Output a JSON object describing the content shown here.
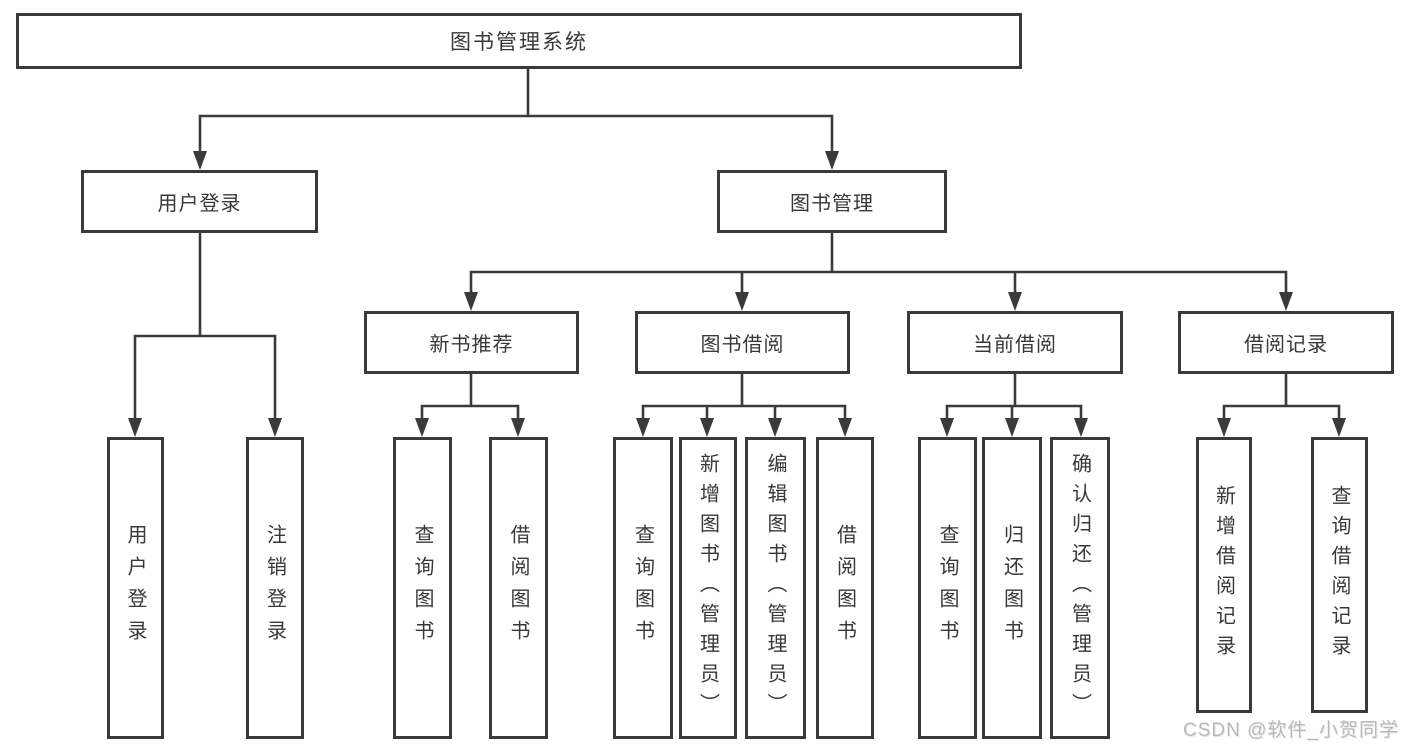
{
  "colors": {
    "line": "#3a3a3a",
    "box_border": "#3a3a3a",
    "text": "#383838",
    "watermark": "#b9b9b9",
    "background": "#ffffff"
  },
  "tree": {
    "root": {
      "label": "图书管理系统"
    },
    "branches": [
      {
        "label": "用户登录",
        "children": [
          {
            "label": "用户登录"
          },
          {
            "label": "注销登录"
          }
        ]
      },
      {
        "label": "图书管理",
        "children": [
          {
            "label": "新书推荐",
            "children": [
              {
                "label": "查询图书"
              },
              {
                "label": "借阅图书"
              }
            ]
          },
          {
            "label": "图书借阅",
            "children": [
              {
                "label": "查询图书"
              },
              {
                "label": "新增图书（管理员）"
              },
              {
                "label": "编辑图书（管理员）"
              },
              {
                "label": "借阅图书"
              }
            ]
          },
          {
            "label": "当前借阅",
            "children": [
              {
                "label": "查询图书"
              },
              {
                "label": "归还图书"
              },
              {
                "label": "确认归还（管理员）"
              }
            ]
          },
          {
            "label": "借阅记录",
            "children": [
              {
                "label": "新增借阅记录"
              },
              {
                "label": "查询借阅记录"
              }
            ]
          }
        ]
      }
    ]
  },
  "watermark": {
    "text": "CSDN @软件_小贺同学"
  }
}
